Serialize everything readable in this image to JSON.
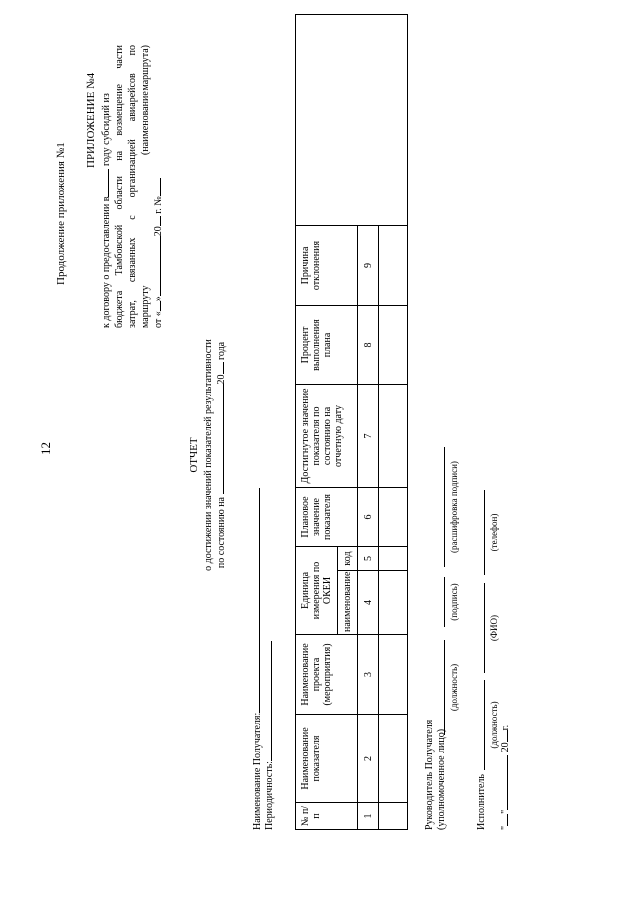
{
  "page_number": "12",
  "continuation": "Продолжение приложения №1",
  "appendix": {
    "title": "ПРИЛОЖЕНИЕ №4",
    "line1_a": "к договору о предоставлении в",
    "line1_b": "году субсидий из",
    "line2": "бюджета Тамбовской области на возмещение части",
    "line3": "затрат, связанных с организацией авиарейсов по",
    "line4_a": "маршруту",
    "line4_b": "(наименование",
    "line4_c": "маршрута)",
    "line5_a": "от «",
    "line5_b": "»",
    "line5_c": "20",
    "line5_d": "г. №"
  },
  "report": {
    "title": "ОТЧЕТ",
    "subtitle": "о достижении значений показателей результативности",
    "date_a": "по состоянию на",
    "date_b": "20",
    "date_c": "года"
  },
  "fields": {
    "recipient": "Наименование Получателя:",
    "periodicity": "Периодичность:"
  },
  "table": {
    "headers": {
      "col1": "№ п/п",
      "col2": "Наименование показателя",
      "col3": "Наименование проекта (мероприятия)",
      "col4_group": "Единица измерения по ОКЕИ",
      "col4": "наименование",
      "col5": "код",
      "col6": "Плановое значение показателя",
      "col7": "Достигнутое значение показателя по состоянию на отчетную дату",
      "col8": "Процент выполнения плана",
      "col9": "Причина отклонения"
    },
    "numbers": [
      "1",
      "2",
      "3",
      "4",
      "5",
      "6",
      "7",
      "8",
      "9"
    ]
  },
  "signature": {
    "head_line1": "Руководитель Получателя",
    "head_line2": "(уполномоченное лицо)",
    "cap_position": "(должность)",
    "cap_sign": "(подпись)",
    "cap_decode": "(расшифровка подписи)",
    "executor": "Исполнитель",
    "cap_fio": "(ФИО)",
    "cap_phone": "(телефон)",
    "date_a": "\"",
    "date_b": "\"",
    "date_c": "20",
    "date_d": "г."
  }
}
